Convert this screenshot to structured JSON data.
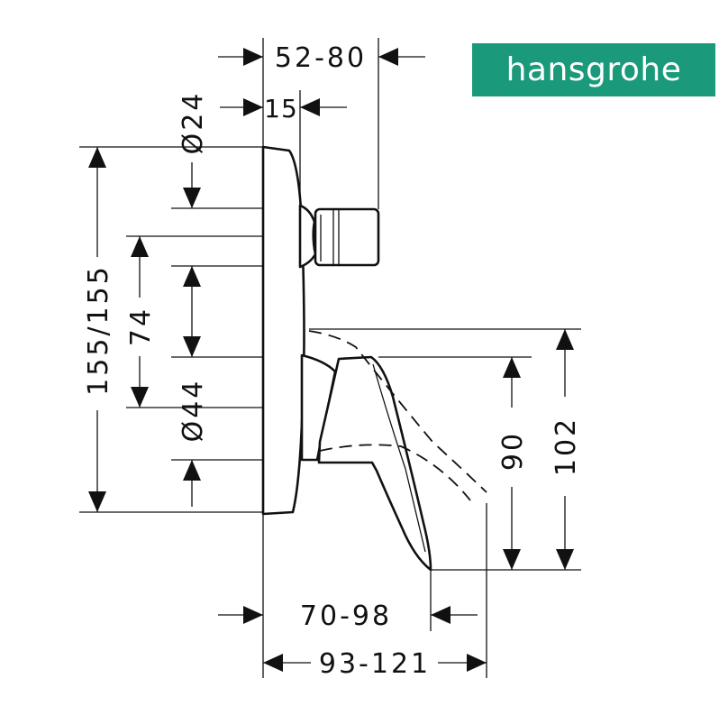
{
  "brand": {
    "name": "hansgrohe",
    "color": "#1a9a7a"
  },
  "dimensions": {
    "top_width": "52-80",
    "top_offset": "15",
    "diameter_upper": "Ø24",
    "total_height": "155/155",
    "center_height": "74",
    "diameter_lower": "Ø44",
    "spout_height_inner": "90",
    "spout_height_outer": "102",
    "spout_reach_inner": "70-98",
    "spout_reach_outer": "93-121"
  }
}
